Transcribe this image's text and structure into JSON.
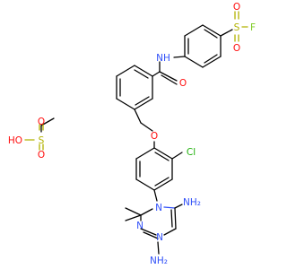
{
  "colors": {
    "carbon_bond": "#000000",
    "O": "#ff0d0d",
    "N": "#3050f8",
    "S": "#b2b200",
    "Cl": "#1fb00b",
    "F": "#7ccb20"
  },
  "labels": {
    "sulfonyl_fluoride": {
      "O1": "O",
      "O2": "O",
      "S": "S",
      "F": "F"
    },
    "amide": {
      "NH": "NH",
      "O": "O"
    },
    "benzyl_ether": {
      "O": "O"
    },
    "chloro": {
      "Cl": "Cl"
    },
    "triazine": {
      "N1": "N",
      "N3": "N",
      "N5": "N"
    },
    "amines": {
      "NH2_top": "NH₂",
      "NH2_bottom": "NH₂"
    },
    "ethanesulfonic_acid": {
      "HO": "HO",
      "S": "S",
      "O_top": "O",
      "O_bottom": "O"
    }
  }
}
